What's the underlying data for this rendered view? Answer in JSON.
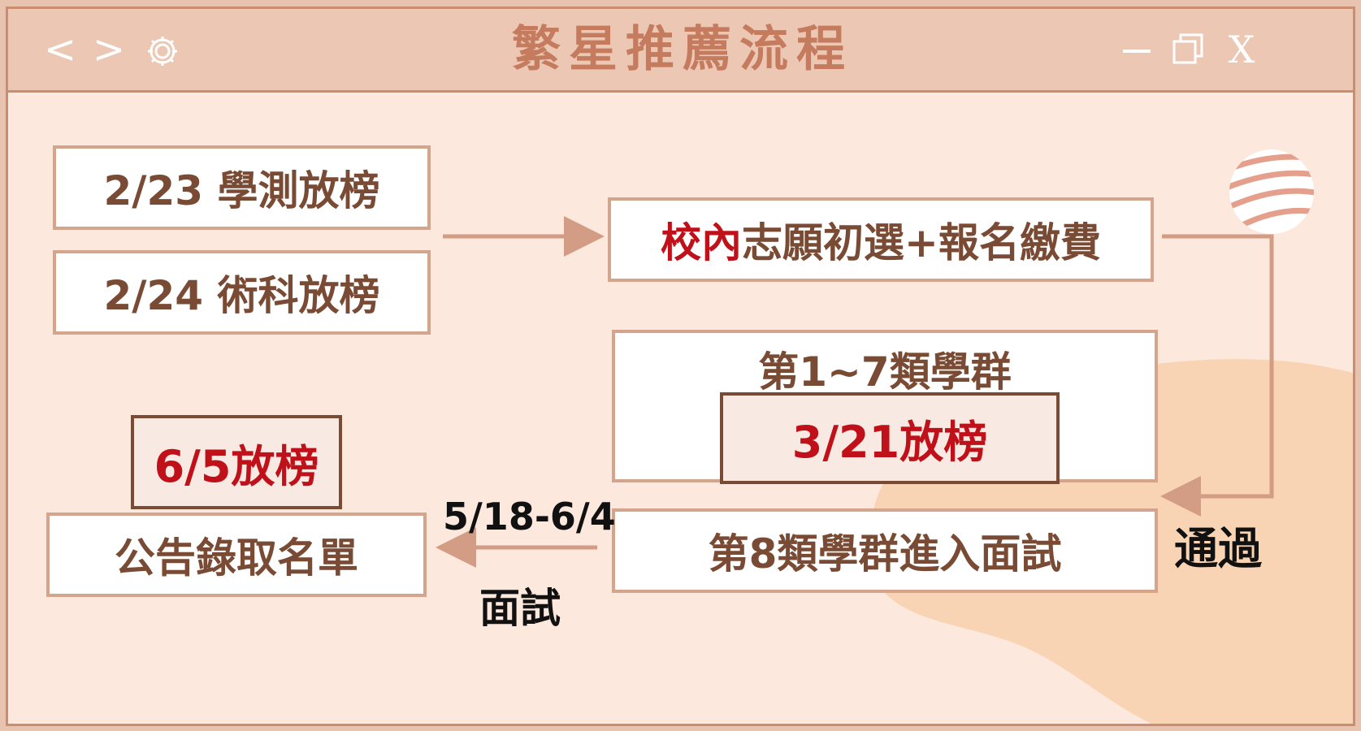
{
  "window": {
    "title": "繁星推薦流程",
    "controls": {
      "back": "<",
      "forward": ">",
      "close": "X"
    }
  },
  "flow": {
    "box_a": "2/23 學測放榜",
    "box_b": "2/24 術科放榜",
    "box_c_red": "校內",
    "box_c_rest": "志願初選+報名繳費",
    "label_pass": "通過",
    "box_d_title": "第1~7類學群",
    "box_d_inner": "3/21放榜",
    "box_e": "第8類學群進入面試",
    "label_date": "5/18-6/4",
    "label_interview": "面試",
    "box_f": "公告錄取名單",
    "box_g": "6/5放榜"
  },
  "colors": {
    "window_bg": "#fde8dd",
    "titlebar_bg": "#ecc7b4",
    "border": "#c98d70",
    "title_text": "#c47b5e",
    "box_border": "#d5a48c",
    "box_text": "#7a4b34",
    "red": "#c0101a",
    "arrow": "#d29d84",
    "blob": "#f8d4b5"
  }
}
